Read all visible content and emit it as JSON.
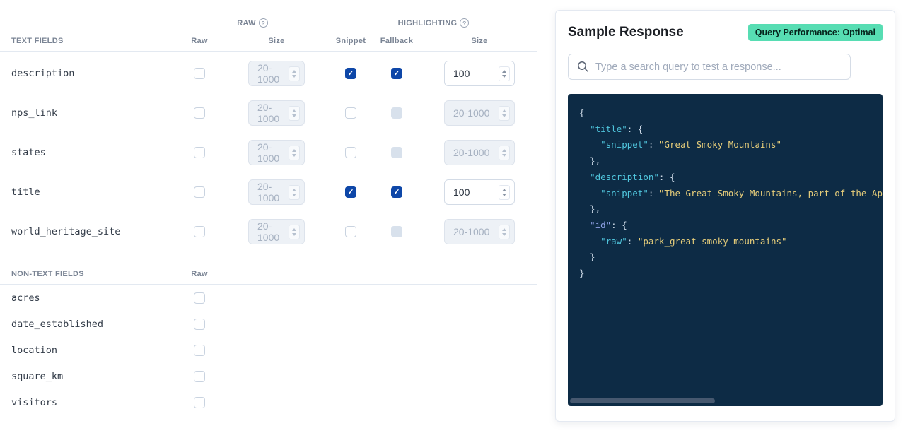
{
  "colors": {
    "accent_blue": "#0e47a8",
    "badge_bg": "#57ddb3",
    "code_bg": "#0d2b45",
    "code_punct": "#ccd9e6",
    "code_key": "#50c6dd",
    "code_key_alt": "#8fa2e6",
    "code_string": "#e6cd7a",
    "scrollbar_thumb": "#46586f"
  },
  "table": {
    "group_raw": "RAW",
    "group_highlighting": "HIGHLIGHTING",
    "help_icon": "?",
    "text_title": "TEXT FIELDS",
    "nontext_title": "NON-TEXT FIELDS",
    "col_raw": "Raw",
    "col_size": "Size",
    "col_snippet": "Snippet",
    "col_fallback": "Fallback",
    "size_placeholder": "20-1000",
    "check_glyph": "✓",
    "text_fields": [
      {
        "name": "description",
        "raw": false,
        "snippet": true,
        "fallback": true,
        "highlight_size": "100"
      },
      {
        "name": "nps_link",
        "raw": false,
        "snippet": false,
        "fallback": false,
        "highlight_size": ""
      },
      {
        "name": "states",
        "raw": false,
        "snippet": false,
        "fallback": false,
        "highlight_size": ""
      },
      {
        "name": "title",
        "raw": false,
        "snippet": true,
        "fallback": true,
        "highlight_size": "100"
      },
      {
        "name": "world_heritage_site",
        "raw": false,
        "snippet": false,
        "fallback": false,
        "highlight_size": ""
      }
    ],
    "non_text_fields": [
      {
        "name": "acres",
        "raw": false
      },
      {
        "name": "date_established",
        "raw": false
      },
      {
        "name": "location",
        "raw": false
      },
      {
        "name": "square_km",
        "raw": false
      },
      {
        "name": "visitors",
        "raw": false
      }
    ]
  },
  "panel": {
    "title": "Sample Response",
    "badge": "Query Performance: Optimal",
    "search_placeholder": "Type a search query to test a response...",
    "code_lines": [
      [
        {
          "c": "p",
          "t": "{"
        }
      ],
      [
        {
          "c": "p",
          "t": "  "
        },
        {
          "c": "k",
          "t": "\"title\""
        },
        {
          "c": "p",
          "t": ": {"
        }
      ],
      [
        {
          "c": "p",
          "t": "    "
        },
        {
          "c": "k",
          "t": "\"snippet\""
        },
        {
          "c": "p",
          "t": ": "
        },
        {
          "c": "s",
          "t": "\"Great Smoky Mountains\""
        }
      ],
      [
        {
          "c": "p",
          "t": "  },"
        }
      ],
      [
        {
          "c": "p",
          "t": "  "
        },
        {
          "c": "k",
          "t": "\"description\""
        },
        {
          "c": "p",
          "t": ": {"
        }
      ],
      [
        {
          "c": "p",
          "t": "    "
        },
        {
          "c": "k",
          "t": "\"snippet\""
        },
        {
          "c": "p",
          "t": ": "
        },
        {
          "c": "s",
          "t": "\"The Great Smoky Mountains, part of the Appalachian"
        }
      ],
      [
        {
          "c": "p",
          "t": "  },"
        }
      ],
      [
        {
          "c": "p",
          "t": "  "
        },
        {
          "c": "k2",
          "t": "\"id\""
        },
        {
          "c": "p",
          "t": ": {"
        }
      ],
      [
        {
          "c": "p",
          "t": "    "
        },
        {
          "c": "k",
          "t": "\"raw\""
        },
        {
          "c": "p",
          "t": ": "
        },
        {
          "c": "s",
          "t": "\"park_great-smoky-mountains\""
        }
      ],
      [
        {
          "c": "p",
          "t": "  }"
        }
      ],
      [
        {
          "c": "p",
          "t": "}"
        }
      ]
    ]
  }
}
